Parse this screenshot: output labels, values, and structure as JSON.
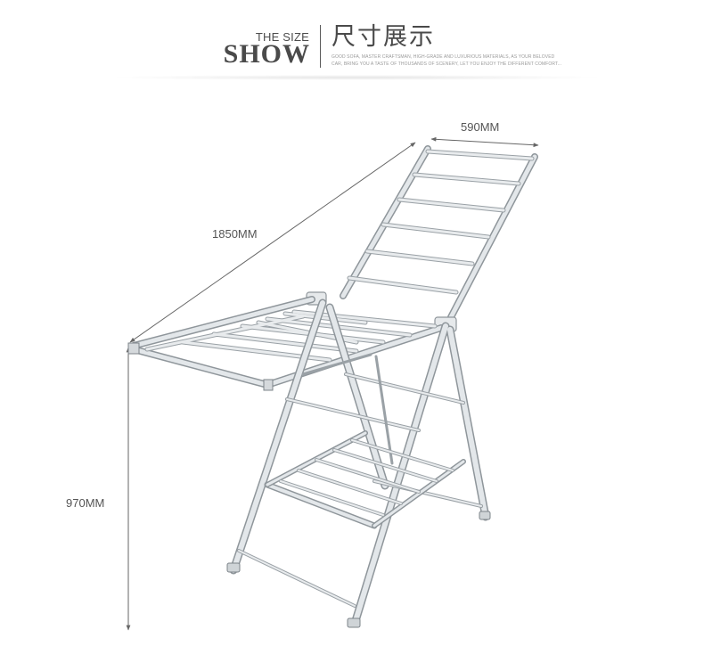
{
  "header": {
    "the_size": "THE SIZE",
    "show": "SHOW",
    "title_cn": "尺寸展示",
    "subtitle_line1": "GOOD SOFA, MASTER CRAFTSMAN, HIGH-GRADE AND LUXURIOUS MATERIALS, AS YOUR BELOVED",
    "subtitle_line2": "CAR, BRING YOU A TASTE OF THOUSANDS OF SCENERY, LET YOU ENJOY THE DIFFERENT COMFORT..."
  },
  "dimensions": {
    "width": "590MM",
    "length": "1850MM",
    "height": "970MM"
  },
  "colors": {
    "text": "#4a4a4a",
    "dimension_line": "#666666",
    "frame": "#d9dde0",
    "frame_edge": "#8f969b"
  }
}
